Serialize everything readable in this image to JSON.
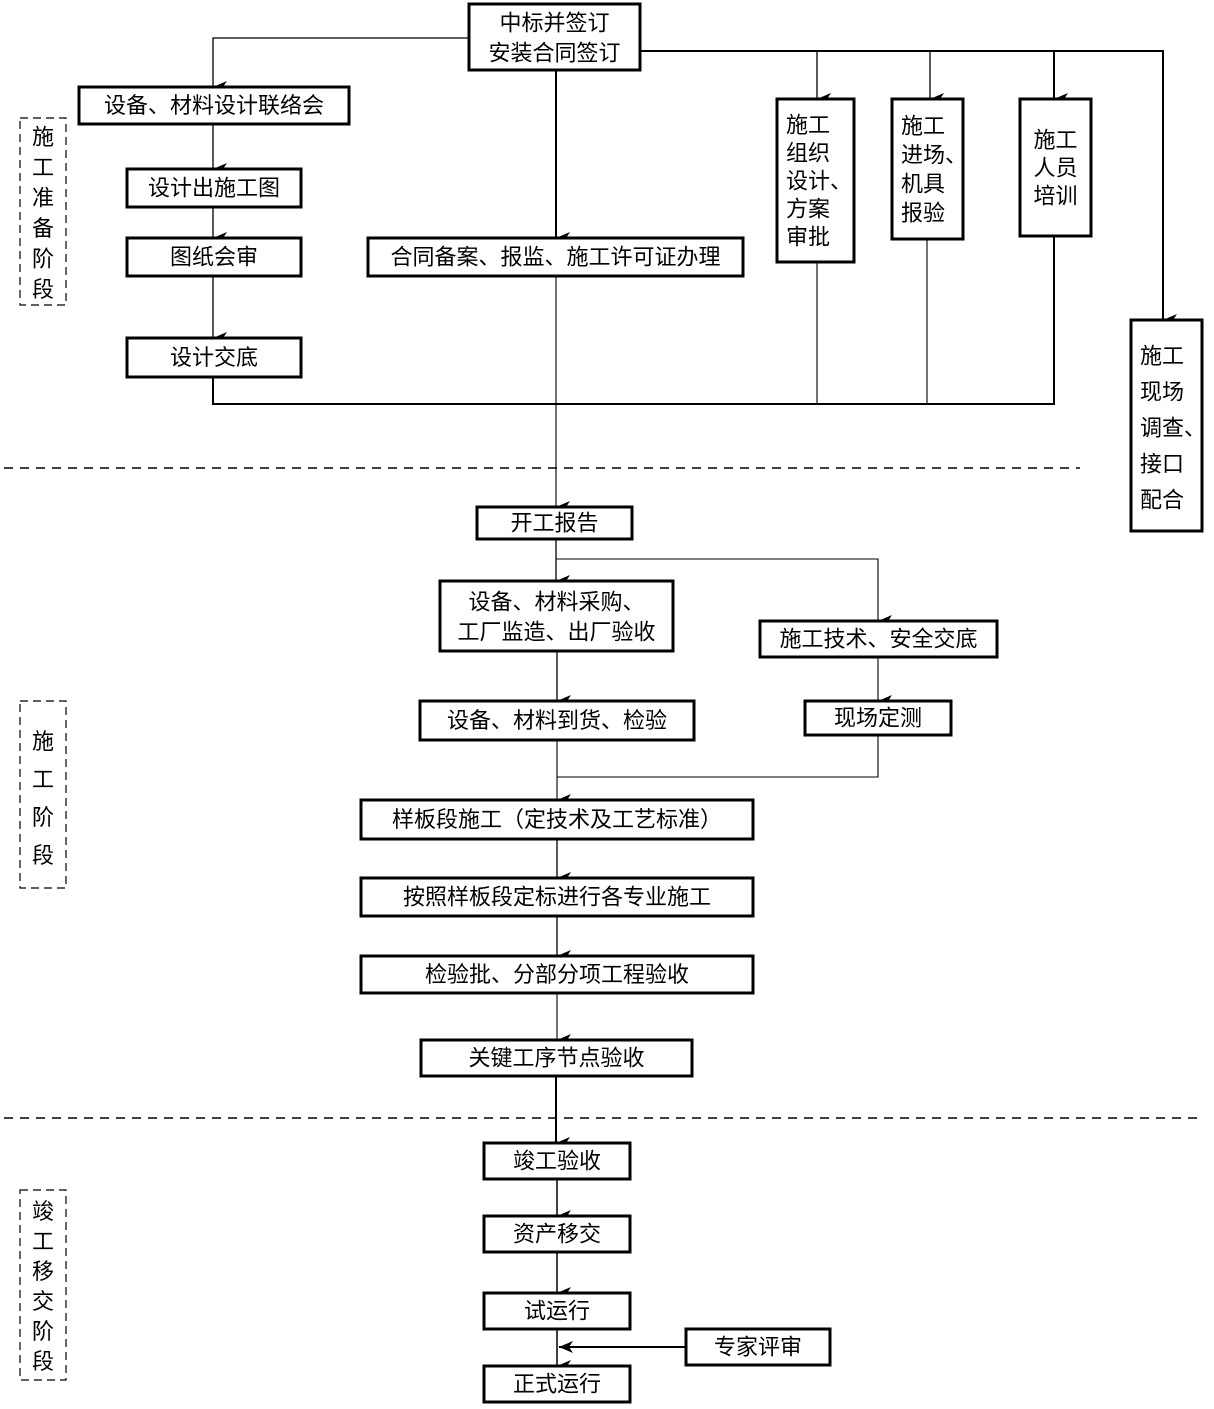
{
  "title": "安装工程施工流程图",
  "colors": {
    "stroke": "#000000",
    "background": "#ffffff"
  },
  "stages": [
    {
      "id": "prep",
      "label": "施工准备阶段"
    },
    {
      "id": "construction",
      "label": "施工阶段"
    },
    {
      "id": "handover",
      "label": "竣工移交阶段"
    }
  ],
  "nodes": {
    "bid": {
      "lines": [
        "中标并签订",
        "安装合同签订"
      ]
    },
    "design_liaison": {
      "lines": [
        "设备、材料设计联络会"
      ]
    },
    "drawings": {
      "lines": [
        "设计出施工图"
      ]
    },
    "review": {
      "lines": [
        "图纸会审"
      ]
    },
    "disclosure": {
      "lines": [
        "设计交底"
      ]
    },
    "filing": {
      "lines": [
        "合同备案、报监、施工许可证办理"
      ]
    },
    "org_design": {
      "lines": [
        "施工",
        "组织",
        "设计、",
        "方案",
        "审批"
      ]
    },
    "entry": {
      "lines": [
        "施工",
        "进场、",
        "机具",
        "报验"
      ]
    },
    "training": {
      "lines": [
        "施工",
        "人员",
        "培训"
      ]
    },
    "survey": {
      "lines": [
        "施工",
        "现场",
        "调查、",
        "接口",
        "配合"
      ]
    },
    "start": {
      "lines": [
        "开工报告"
      ]
    },
    "procure": {
      "lines": [
        "设备、材料采购、",
        "工厂监造、出厂验收"
      ]
    },
    "tech_brief": {
      "lines": [
        "施工技术、安全交底"
      ]
    },
    "arrival": {
      "lines": [
        "设备、材料到货、检验"
      ]
    },
    "stakeout": {
      "lines": [
        "现场定测"
      ]
    },
    "sample": {
      "lines": [
        "样板段施工（定技术及工艺标准）"
      ]
    },
    "specialty": {
      "lines": [
        "按照样板段定标进行各专业施工"
      ]
    },
    "inspection": {
      "lines": [
        "检验批、分部分项工程验收"
      ]
    },
    "key_nodes": {
      "lines": [
        "关键工序节点验收"
      ]
    },
    "completion": {
      "lines": [
        "竣工验收"
      ]
    },
    "asset": {
      "lines": [
        "资产移交"
      ]
    },
    "trial": {
      "lines": [
        "试运行"
      ]
    },
    "expert": {
      "lines": [
        "专家评审"
      ]
    },
    "operation": {
      "lines": [
        "正式运行"
      ]
    }
  }
}
